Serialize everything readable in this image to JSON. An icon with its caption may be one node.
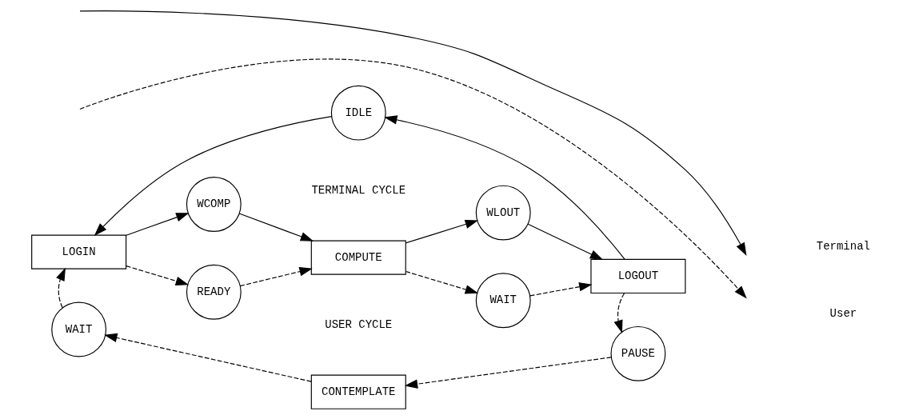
{
  "diagram": {
    "nodes": [
      {
        "text": [
          "IDLE"
        ]
      },
      {
        "text": [
          "LOGIN"
        ]
      },
      {
        "text": [
          "WCOMP"
        ]
      },
      {
        "text": [
          "READY"
        ]
      },
      {
        "text": [
          "COMPUTE"
        ]
      },
      {
        "text": [
          "WLOUT"
        ]
      },
      {
        "text": [
          "WAIT"
        ]
      },
      {
        "text": [
          "LOGOUT"
        ]
      },
      {
        "text": [
          "WAIT"
        ]
      },
      {
        "text": [
          "CONTEMPLATE"
        ]
      },
      {
        "text": [
          "PAUSE"
        ]
      }
    ],
    "edges": [
      {
        "from": 7,
        "to": 0,
        "arrow": "to"
      },
      {
        "from": 0,
        "to": 1,
        "arrow": "to"
      },
      {
        "from": 1,
        "to": 2,
        "arrow": "to"
      },
      {
        "from": 1,
        "to": 3,
        "arrow": "to",
        "style": "dashed"
      },
      {
        "from": 2,
        "to": 4,
        "arrow": "to"
      },
      {
        "from": 3,
        "to": 4,
        "arrow": "to",
        "style": "dashed"
      },
      {
        "from": 4,
        "to": 5,
        "arrow": "to"
      },
      {
        "from": 4,
        "to": 6,
        "arrow": "to",
        "style": "dashed"
      },
      {
        "from": 5,
        "to": 7,
        "arrow": "to"
      },
      {
        "from": 6,
        "to": 7,
        "arrow": "to",
        "style": "dashed"
      },
      {
        "from": 7,
        "to": 10,
        "arrow": "to",
        "style": "dashed"
      },
      {
        "from": 10,
        "to": 9,
        "arrow": "to",
        "style": "dashed"
      },
      {
        "from": 9,
        "to": 8,
        "arrow": "to",
        "style": "dashed"
      },
      {
        "from": 8,
        "to": 1,
        "arrow": "to",
        "style": "dashed"
      }
    ],
    "labels": [
      "TERMINAL CYCLE",
      "USER CYCLE"
    ],
    "legend": [
      {
        "text": "Terminal"
      },
      {
        "text": "User"
      }
    ]
  }
}
